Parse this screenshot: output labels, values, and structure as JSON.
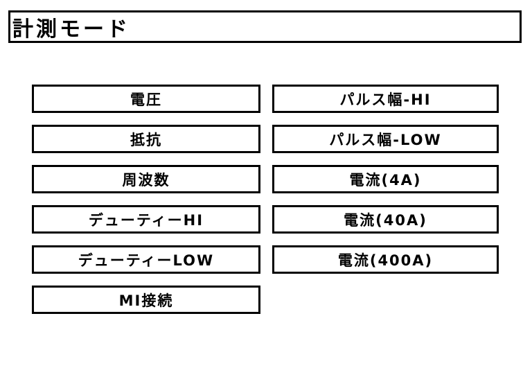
{
  "title": "計測モード",
  "colors": {
    "background": "#ffffff",
    "border": "#000000",
    "text": "#000000"
  },
  "buttons": {
    "left": [
      {
        "label": "電圧"
      },
      {
        "label": "抵抗"
      },
      {
        "label": "周波数"
      },
      {
        "label": "デューティーHI"
      },
      {
        "label": "デューティーLOW"
      },
      {
        "label": "MI接続"
      }
    ],
    "right": [
      {
        "label": "パルス幅-HI"
      },
      {
        "label": "パルス幅-LOW"
      },
      {
        "label": "電流(4A)"
      },
      {
        "label": "電流(40A)"
      },
      {
        "label": "電流(400A)"
      }
    ]
  }
}
